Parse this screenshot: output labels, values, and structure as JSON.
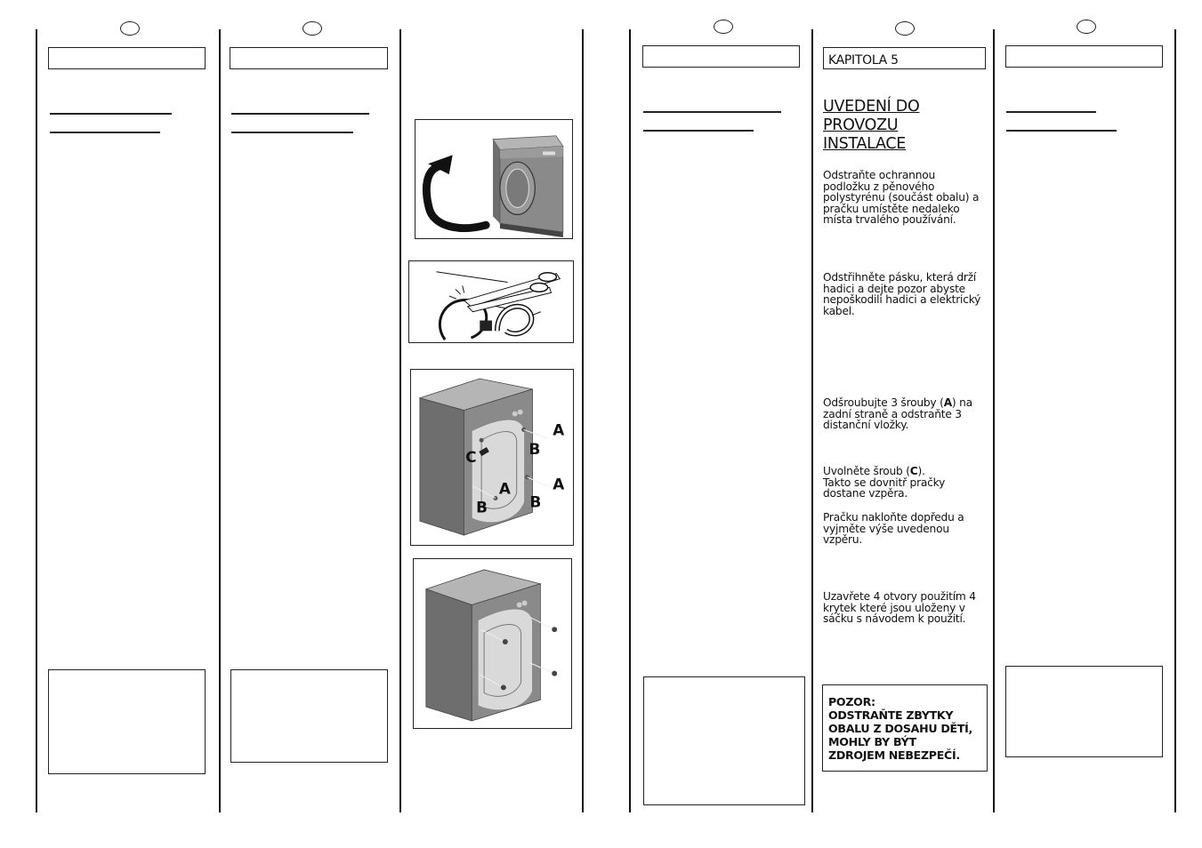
{
  "chapter_label": "KAPITOLA 5",
  "section_title_lines": [
    "UVEDENÍ DO",
    "PROVOZU",
    "INSTALACE"
  ],
  "paragraphs": [
    {
      "id": "p1",
      "text": "Odstraňte ochrannou podložku z pěnového polystyrénu (součást obalu) a pračku umístěte nedaleko místa trvalého používání."
    },
    {
      "id": "p2",
      "text": "Odstřihněte pásku, která drží hadici a dejte pozor abyste nepoškodili hadici a elektrický kabel."
    },
    {
      "id": "p3",
      "before": "Odšroubujte 3 šrouby (",
      "bold": "A",
      "after": ") na zadní straně a odstraňte 3 distanční vložky."
    },
    {
      "id": "p4",
      "line1_before": "Uvolněte šroub (",
      "line1_bold": "C",
      "line1_after": ").",
      "line2": "Takto se dovnitř pračky dostane vzpěra."
    },
    {
      "id": "p5",
      "text": "Pračku nakloňte dopředu a vyjměte výše uvedenou vzpěru."
    },
    {
      "id": "p6",
      "text": "Uzavřete 4 otvory použitím 4 krytek které jsou uloženy v sáčku s návodem k použití."
    }
  ],
  "warning": {
    "line1": "POZOR:",
    "line2": "ODSTRAŇTE ZBYTKY",
    "line3": "OBALU Z DOSAHU DĚTÍ,",
    "line4": "MOHLY BY BÝT",
    "line5": "ZDROJEM NEBEZPEČÍ."
  },
  "figure_labels": {
    "A": "A",
    "B": "B",
    "C": "C"
  },
  "colors": {
    "line": "#111111",
    "machine_body": "#8a8a8a",
    "machine_side": "#6e6e6e",
    "machine_top": "#b5b5b5"
  }
}
